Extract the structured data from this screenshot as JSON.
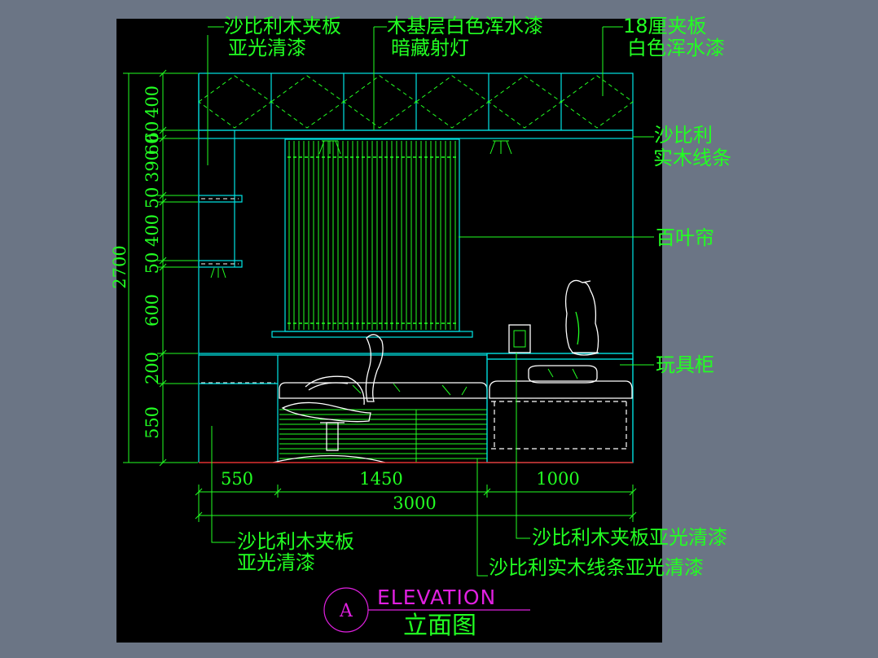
{
  "drawing": {
    "notes_top": [
      {
        "id": "note-sapele-plywood-top",
        "lines": [
          "沙比利木夹板",
          "亚光清漆"
        ]
      },
      {
        "id": "note-base-white-paint",
        "lines": [
          "木基层白色浑水漆",
          "暗藏射灯"
        ]
      },
      {
        "id": "note-18mm-plywood",
        "lines": [
          "18厘夹板",
          "白色浑水漆"
        ]
      }
    ],
    "notes_right": [
      {
        "id": "note-sapele-solid-trim",
        "lines": [
          "沙比利",
          "实木线条"
        ]
      },
      {
        "id": "note-blinds",
        "lines": [
          "百叶帘"
        ]
      },
      {
        "id": "note-toy-cabinet",
        "lines": [
          "玩具柜"
        ]
      }
    ],
    "notes_bottom": [
      {
        "id": "note-sapele-plywood-bottom",
        "lines": [
          "沙比利木夹板",
          "亚光清漆"
        ]
      },
      {
        "id": "note-plywood-matte",
        "lines": [
          "沙比利木夹板亚光清漆"
        ]
      },
      {
        "id": "note-solid-trim-matte",
        "lines": [
          "沙比利实木线条亚光清漆"
        ]
      }
    ],
    "vertical_dims": [
      "400",
      "60",
      "60",
      "390",
      "50",
      "400",
      "50",
      "600",
      "200",
      "550"
    ],
    "vertical_total": "2700",
    "horizontal_dims": [
      "550",
      "1450",
      "1000"
    ],
    "horizontal_total": "3000",
    "title": {
      "marker": "A",
      "en": "ELEVATION",
      "cn": "立面图"
    },
    "colors": {
      "background": "#000000",
      "text": "#22ff22",
      "outline": "#00e5e5",
      "furniture": "#ffffff",
      "title_marker": "#e020e0",
      "floor": "#e03030"
    }
  }
}
